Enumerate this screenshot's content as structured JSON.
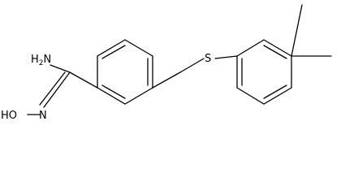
{
  "molecule": {
    "atoms": {
      "amine": "NH2",
      "amine_subscript": "2",
      "amine_symbol": "H",
      "amine_n": "N",
      "sulfur": "S",
      "hydroxyl_group": "HO",
      "oxime_nitrogen": "N"
    }
  },
  "colors": {
    "bond": "#000000",
    "background": "#ffffff"
  }
}
